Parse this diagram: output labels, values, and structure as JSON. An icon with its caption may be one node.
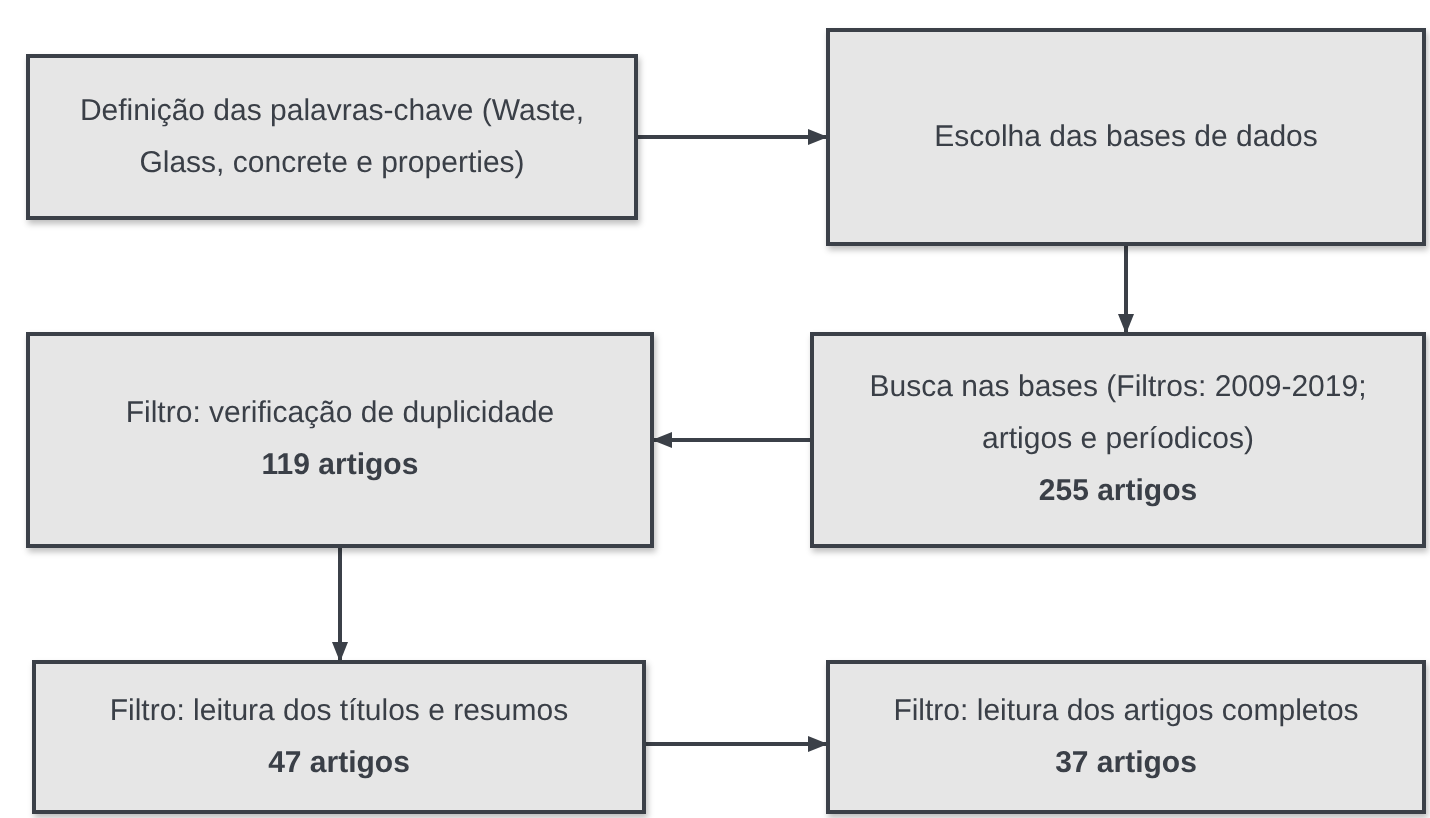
{
  "diagram": {
    "nodes": [
      {
        "text": [
          "Definição das palavras-chave (Waste, Glass, concrete e properties)"
        ]
      },
      {
        "text": [
          "Escolha das bases de dados"
        ]
      },
      {
        "text": [
          "Busca nas bases (Filtros: 2009-2019; artigos e períodicos)",
          "255 artigos"
        ]
      },
      {
        "text": [
          "Filtro: verificação de duplicidade",
          "119 artigos"
        ]
      },
      {
        "text": [
          "Filtro: leitura dos títulos e resumos",
          "47 artigos"
        ]
      },
      {
        "text": [
          "Filtro: leitura dos artigos completos",
          "37 artigos"
        ]
      }
    ],
    "edges": [
      {
        "from": 0,
        "to": 1,
        "arrow": "to"
      },
      {
        "from": 1,
        "to": 2,
        "arrow": "to"
      },
      {
        "from": 2,
        "to": 3,
        "arrow": "to"
      },
      {
        "from": 3,
        "to": 4,
        "arrow": "to"
      },
      {
        "from": 4,
        "to": 5,
        "arrow": "to"
      }
    ]
  }
}
